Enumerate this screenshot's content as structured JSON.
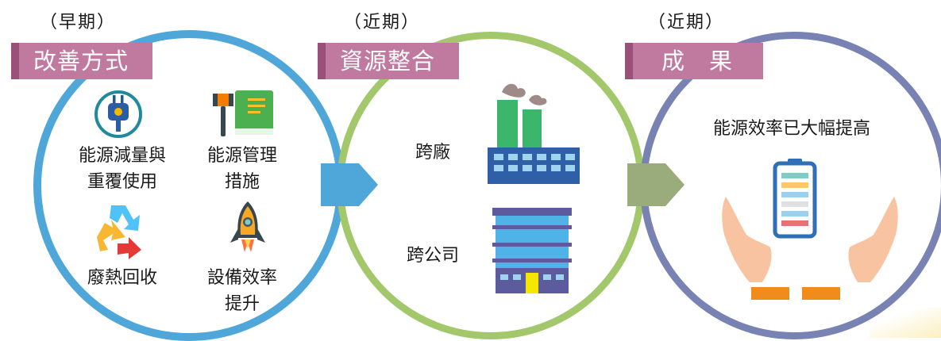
{
  "stages": [
    {
      "phase": "（早期）",
      "title": "改善方式",
      "color": "#4ea6d9"
    },
    {
      "phase": "（近期）",
      "title": "資源整合",
      "color": "#a3c76b"
    },
    {
      "phase": "（近期）",
      "title": "成　果",
      "color": "#7882b3"
    }
  ],
  "methods": [
    {
      "label": "能源減量與\n重覆使用",
      "icon": "power-plug-icon"
    },
    {
      "label": "能源管理\n措施",
      "icon": "gavel-book-icon"
    },
    {
      "label": "廢熱回收",
      "icon": "recycle-icon"
    },
    {
      "label": "設備效率\n提升",
      "icon": "rocket-icon"
    }
  ],
  "integration": [
    {
      "label": "跨廠",
      "icon": "factory-icon"
    },
    {
      "label": "跨公司",
      "icon": "office-building-icon"
    }
  ],
  "result": {
    "label": "能源效率已大幅提高",
    "icon": "hands-battery-icon"
  },
  "colors": {
    "banner": "#c0799f",
    "banner_edge": "#9a5078",
    "arrow1": "#4ea6d9",
    "arrow2": "#9aac7c"
  }
}
